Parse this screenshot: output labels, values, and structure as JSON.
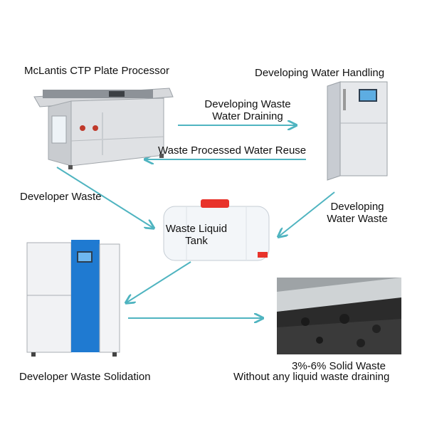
{
  "nodes": {
    "processor": {
      "label": "McLantis CTP Plate Processor",
      "icon": "ctp-processor-machine"
    },
    "water_handling": {
      "label": "Developing Water Handling",
      "icon": "water-handling-cabinet"
    },
    "tank": {
      "label_line1": "Waste Liquid",
      "label_line2": "Tank",
      "icon": "plastic-tank"
    },
    "solidation": {
      "label": "Developer Waste Solidation",
      "icon": "solidation-cabinet"
    },
    "solid": {
      "label_line1": "3%-6% Solid Waste",
      "label_line2": "Without any liquid waste draining",
      "icon": "solid-waste-photo"
    }
  },
  "edges": {
    "draining": {
      "line1": "Developing Waste",
      "line2": "Water Draining"
    },
    "reuse": {
      "label": "Waste Processed Water Reuse"
    },
    "developer_waste": {
      "label": "Developer Waste"
    },
    "developing_water_waste": {
      "line1": "Developing",
      "line2": "Water Waste"
    }
  },
  "colors": {
    "arrow": "#4fb4c0"
  }
}
